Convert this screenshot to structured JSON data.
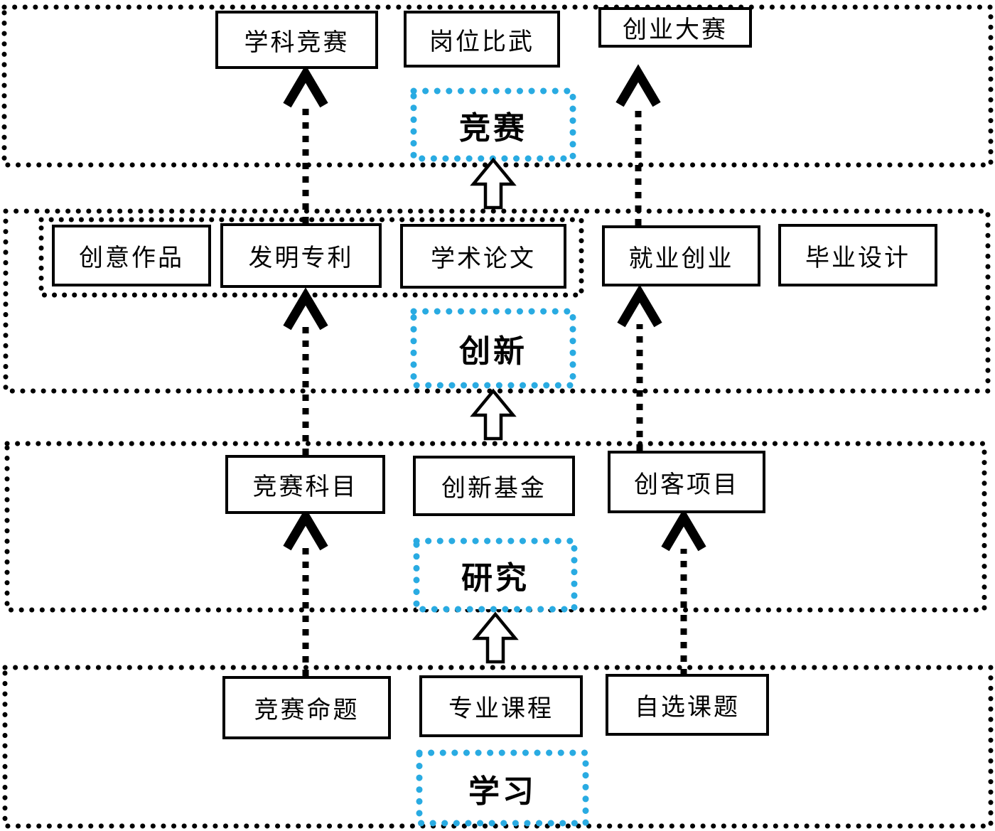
{
  "diagram": {
    "stages": [
      {
        "label": "竞赛",
        "nodes": [
          "学科竞赛",
          "岗位比武",
          "创业大赛"
        ]
      },
      {
        "label": "创新",
        "nodes": [
          "创意作品",
          "发明专利",
          "学术论文",
          "就业创业",
          "毕业设计"
        ]
      },
      {
        "label": "研究",
        "nodes": [
          "竞赛科目",
          "创新基金",
          "创客项目"
        ]
      },
      {
        "label": "学习",
        "nodes": [
          "竞赛命题",
          "专业课程",
          "自选课题"
        ]
      }
    ],
    "stage_flow_up": [
      "学习",
      "研究",
      "创新",
      "竞赛"
    ],
    "dashed_connections": [
      {
        "from": "竞赛命题",
        "to": "竞赛科目"
      },
      {
        "from": "竞赛科目",
        "to": "发明专利"
      },
      {
        "from": "发明专利",
        "to": "学科竞赛"
      },
      {
        "from": "自选课题",
        "to": "创客项目"
      },
      {
        "from": "创客项目",
        "to": "就业创业"
      },
      {
        "from": "就业创业",
        "to": "创业大赛"
      }
    ],
    "colors": {
      "accent_blue": "#29abe2",
      "line": "#000000",
      "background": "#ffffff"
    }
  }
}
